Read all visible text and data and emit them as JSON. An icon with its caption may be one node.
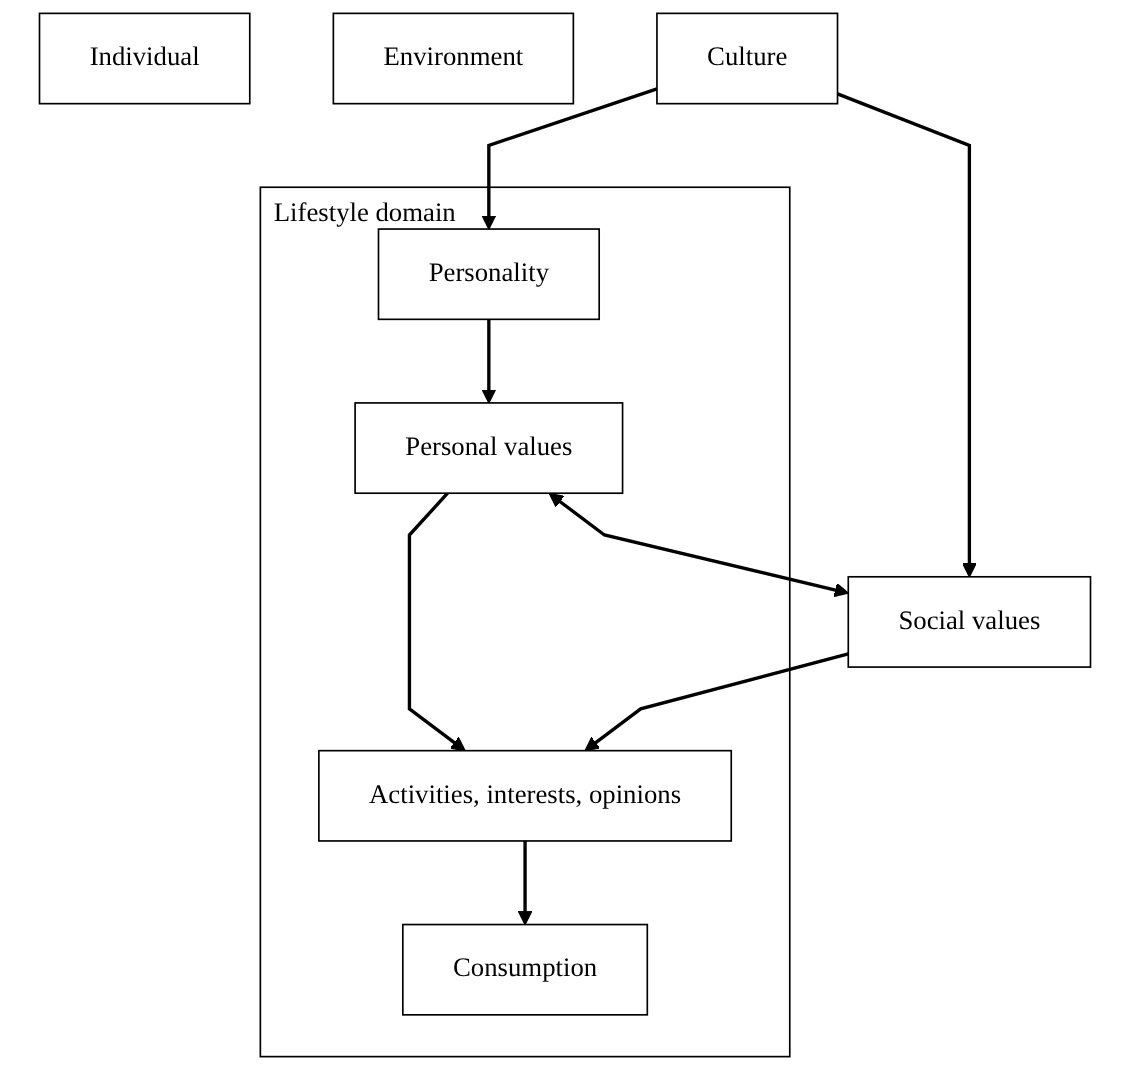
{
  "diagram": {
    "nodes": [
      {
        "text": [
          "Individual"
        ]
      },
      {
        "text": [
          "Environment"
        ]
      },
      {
        "text": [
          "Lifestyle domain"
        ]
      },
      {
        "text": [
          "Personality"
        ],
        "in": 2
      },
      {
        "text": [
          "Personal values"
        ],
        "in": 2
      },
      {
        "text": [
          "Activities, interests, opinions"
        ],
        "in": 2
      },
      {
        "text": [
          "Consumption"
        ],
        "in": 2
      },
      {
        "text": [
          "Culture"
        ]
      },
      {
        "text": [
          "Social values"
        ]
      }
    ],
    "edges": [
      {
        "from": 7,
        "to": 3,
        "arrow": "to"
      },
      {
        "from": 3,
        "to": 4,
        "arrow": "to"
      },
      {
        "from": 4,
        "to": 5,
        "arrow": "to"
      },
      {
        "from": 5,
        "to": 6,
        "arrow": "to"
      },
      {
        "from": 7,
        "to": 8,
        "arrow": "to"
      },
      {
        "from": 4,
        "to": 8,
        "arrow": "both"
      },
      {
        "from": 8,
        "to": 5,
        "arrow": "to"
      }
    ]
  }
}
